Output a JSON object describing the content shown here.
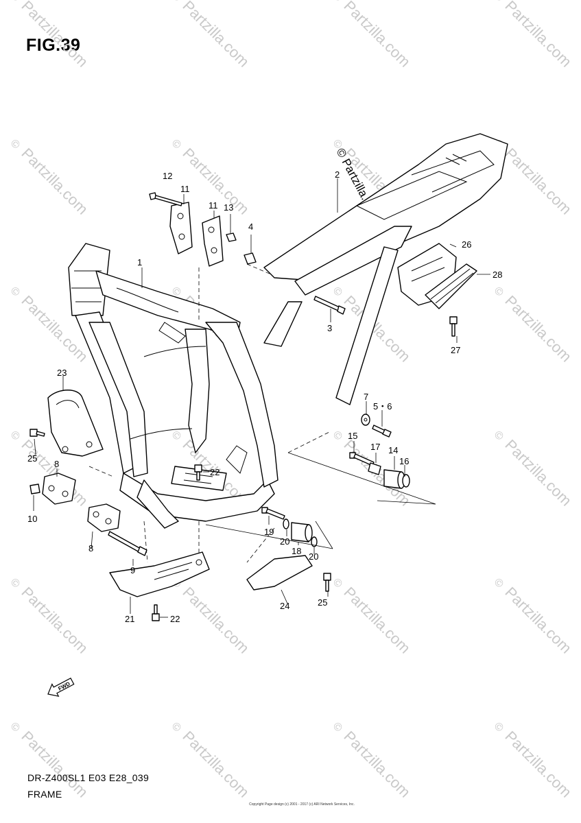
{
  "figure": {
    "title": "FIG.39",
    "model_code": "DR-Z400SL1 E03 E28_039",
    "section_name": "FRAME",
    "footer_copyright": "Copyright Page design (c) 2001 - 2017 (c) ARI Network Services, Inc."
  },
  "watermark": {
    "text": "Partzilla.com",
    "symbol": "©",
    "prominent_text": "© Partzilla.com",
    "color": "#c9c9c9"
  },
  "fwd_arrow": {
    "label": "FWD",
    "icon": "fwd-arrow-icon"
  },
  "callouts": [
    {
      "id": "c1",
      "label": "1"
    },
    {
      "id": "c2",
      "label": "2"
    },
    {
      "id": "c3",
      "label": "3"
    },
    {
      "id": "c4",
      "label": "4"
    },
    {
      "id": "c56",
      "label": "5・6"
    },
    {
      "id": "c7",
      "label": "7"
    },
    {
      "id": "c8a",
      "label": "8"
    },
    {
      "id": "c8b",
      "label": "8"
    },
    {
      "id": "c9",
      "label": "9"
    },
    {
      "id": "c10",
      "label": "10"
    },
    {
      "id": "c11a",
      "label": "11"
    },
    {
      "id": "c11b",
      "label": "11"
    },
    {
      "id": "c12",
      "label": "12"
    },
    {
      "id": "c13",
      "label": "13"
    },
    {
      "id": "c14",
      "label": "14"
    },
    {
      "id": "c15",
      "label": "15"
    },
    {
      "id": "c16",
      "label": "16"
    },
    {
      "id": "c17",
      "label": "17"
    },
    {
      "id": "c18",
      "label": "18"
    },
    {
      "id": "c19",
      "label": "19"
    },
    {
      "id": "c20a",
      "label": "20"
    },
    {
      "id": "c20b",
      "label": "20"
    },
    {
      "id": "c21",
      "label": "21"
    },
    {
      "id": "c22a",
      "label": "22"
    },
    {
      "id": "c22b",
      "label": "22"
    },
    {
      "id": "c23",
      "label": "23"
    },
    {
      "id": "c24",
      "label": "24"
    },
    {
      "id": "c25a",
      "label": "25"
    },
    {
      "id": "c25b",
      "label": "25"
    },
    {
      "id": "c26",
      "label": "26"
    },
    {
      "id": "c27",
      "label": "27"
    },
    {
      "id": "c28",
      "label": "28"
    }
  ]
}
